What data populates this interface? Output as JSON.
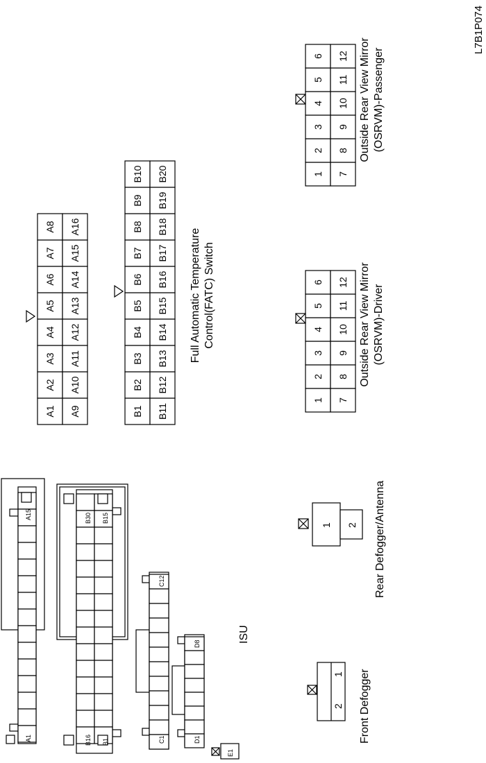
{
  "diagram_code": "L7B1P074",
  "connectors": {
    "isu": {
      "label": "ISU",
      "a_pins": {
        "first": "A1",
        "last": "A15"
      },
      "b_pins": {
        "first": "B1",
        "second_row_first": "B16",
        "b15": "B15",
        "last": "B30"
      },
      "c_pins": {
        "first": "C1",
        "last": "C12"
      },
      "d_pins": {
        "first": "D1",
        "last": "D8"
      },
      "e_pins": {
        "first": "E1"
      }
    },
    "front_defogger": {
      "label": "Front Defogger",
      "pins": [
        "1",
        "2"
      ]
    },
    "rear_defogger": {
      "label": "Rear Defogger/Antenna",
      "pins": [
        "1",
        "2"
      ]
    },
    "fatc": {
      "label_line1": "Full Automatic Temperature",
      "label_line2": "Control(FATC) Switch",
      "row_a_top": [
        "A1",
        "A2",
        "A3",
        "A4",
        "A5",
        "A6",
        "A7",
        "A8"
      ],
      "row_a_bottom": [
        "A9",
        "A10",
        "A11",
        "A12",
        "A13",
        "A14",
        "A15",
        "A16"
      ],
      "row_b_top": [
        "B1",
        "B2",
        "B3",
        "B4",
        "B5",
        "B6",
        "B7",
        "B8",
        "B9",
        "B10"
      ],
      "row_b_bottom": [
        "B11",
        "B12",
        "B13",
        "B14",
        "B15",
        "B16",
        "B17",
        "B18",
        "B19",
        "B20"
      ]
    },
    "osrvm_driver": {
      "label_line1": "Outside Rear View Mirror",
      "label_line2": "(OSRVM)-Driver",
      "row_top": [
        "1",
        "2",
        "3",
        "4",
        "5",
        "6"
      ],
      "row_bottom": [
        "7",
        "8",
        "9",
        "10",
        "11",
        "12"
      ]
    },
    "osrvm_passenger": {
      "label_line1": "Outside Rear View Mirror",
      "label_line2": "(OSRVM)-Passenger",
      "row_top": [
        "1",
        "2",
        "3",
        "4",
        "5",
        "6"
      ],
      "row_bottom": [
        "7",
        "8",
        "9",
        "10",
        "11",
        "12"
      ]
    }
  }
}
